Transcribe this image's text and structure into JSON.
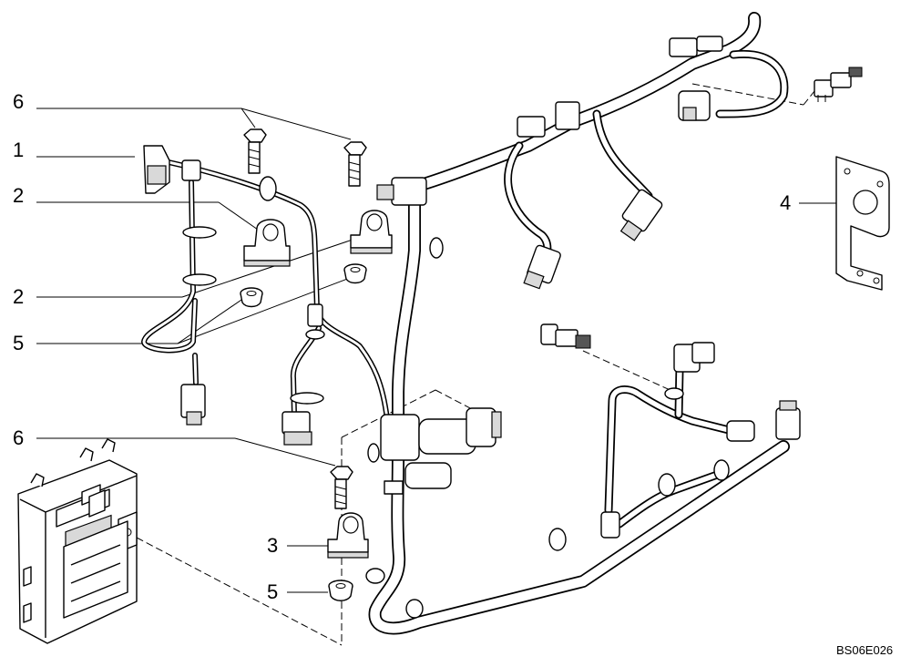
{
  "callouts": {
    "c1": "1",
    "c2a": "2",
    "c2b": "2",
    "c3": "3",
    "c4": "4",
    "c5a": "5",
    "c5b": "5",
    "c6a": "6",
    "c6b": "6"
  },
  "reference_code": "BS06E026",
  "colors": {
    "ink": "#000000",
    "paper": "#ffffff",
    "shading": "#d9d9d9"
  }
}
